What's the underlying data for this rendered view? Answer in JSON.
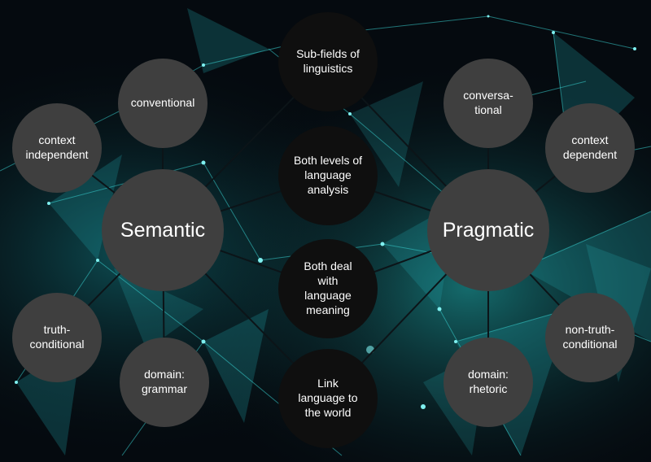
{
  "colors": {
    "grey_node": "#3f3f3f",
    "dark_node": "#0f0f0f",
    "text": "#ffffff",
    "edge": "#0c1418",
    "background": "#050a0f",
    "network": "#2fd5d5"
  },
  "nodes": {
    "semantic": "Semantic",
    "pragmatic": "Pragmatic",
    "conventional": "conventional",
    "context_independent": "context\nindependent",
    "truth_conditional": "truth-\nconditional",
    "domain_grammar": "domain:\ngrammar",
    "conversational": "conversa-\ntional",
    "context_dependent": "context\ndependent",
    "non_truth_conditional": "non-truth-\nconditional",
    "domain_rhetoric": "domain:\nrhetoric",
    "subfields": "Sub-fields of\nlinguistics",
    "both_levels": "Both levels of\nlanguage\nanalysis",
    "both_meaning": "Both deal\nwith\nlanguage\nmeaning",
    "link_world": "Link\nlanguage to\nthe world"
  }
}
